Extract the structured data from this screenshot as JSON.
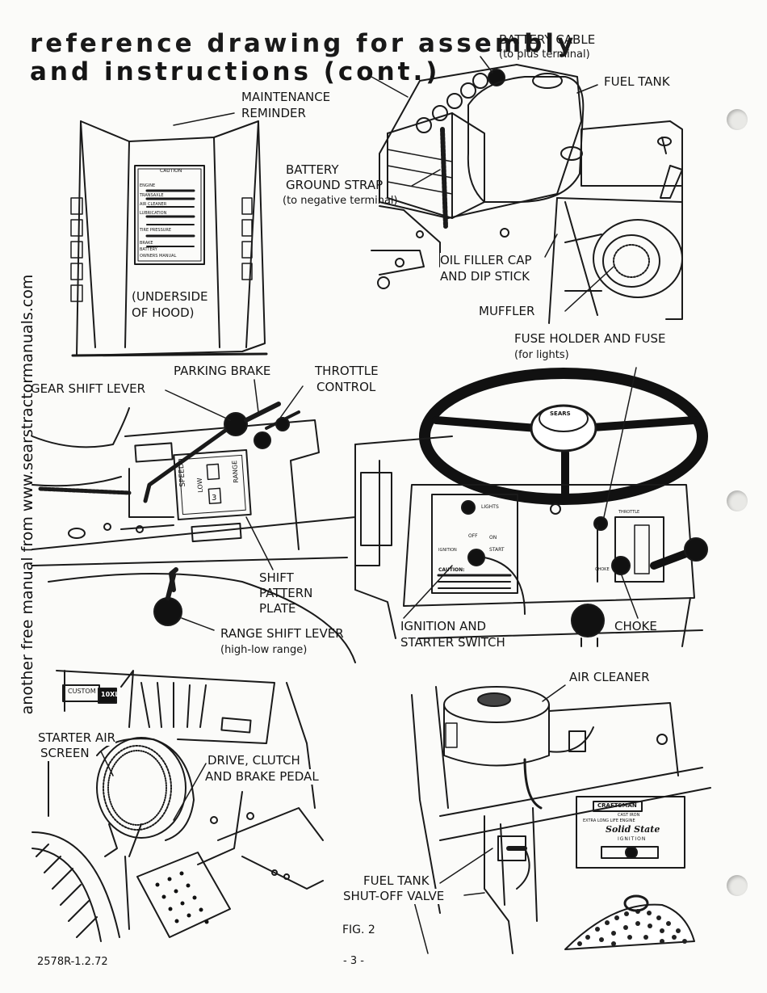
{
  "title": {
    "line1": "reference drawing for assembly",
    "line2": "and instructions (cont.)"
  },
  "side_text": "another free manual from www.searstractormanuals.com",
  "labels": {
    "battery_cable": "BATTERY CABLE",
    "battery_cable_note": "(to plus terminal)",
    "fuel_tank": "FUEL TANK",
    "maintenance_1": "MAINTENANCE",
    "maintenance_2": "REMINDER",
    "ground_1": "BATTERY",
    "ground_2": "GROUND STRAP",
    "ground_note": "(to negative terminal)",
    "oil_1": "OIL FILLER CAP",
    "oil_2": "AND DIP STICK",
    "muffler": "MUFFLER",
    "underside_1": "(UNDERSIDE",
    "underside_2": "OF HOOD)",
    "fuse": "FUSE HOLDER AND FUSE",
    "fuse_note": "(for lights)",
    "parking_brake": "PARKING BRAKE",
    "throttle_1": "THROTTLE",
    "throttle_2": "CONTROL",
    "gear_shift": "GEAR SHIFT LEVER",
    "shift_1": "SHIFT",
    "shift_2": "PATTERN",
    "shift_3": "PLATE",
    "range": "RANGE SHIFT LEVER",
    "range_note": "(high-low range)",
    "ignition_1": "IGNITION AND",
    "ignition_2": "STARTER SWITCH",
    "choke": "CHOKE",
    "air_cleaner": "AIR CLEANER",
    "starter_1": "STARTER AIR",
    "starter_2": "SCREEN",
    "drive_1": "DRIVE, CLUTCH",
    "drive_2": "AND BRAKE PEDAL",
    "fuel_valve_1": "FUEL TANK",
    "fuel_valve_2": "SHUT-OFF VALVE"
  },
  "decal": {
    "caution": "CAUTION",
    "rows": [
      "ENGINE",
      "TRANSAXLE",
      "AIR CLEANER",
      "LUBRICATION",
      "TIRE PRESSURE",
      "BRAKE",
      "BATTERY",
      "OWNERS MANUAL"
    ]
  },
  "dash": {
    "lights": "LIGHTS",
    "off": "OFF",
    "on": "ON",
    "ignition": "IGNITION",
    "start": "START",
    "caution": "CAUTION:",
    "throttle": "THROTTLE",
    "choke": "CHOKE",
    "horn": "SEARS"
  },
  "shift_plate": {
    "speed": "SPEED",
    "low": "LOW",
    "range": "RANGE",
    "num": "3"
  },
  "badge": {
    "custom": "CUSTOM",
    "model": "10XL"
  },
  "engine_plate": {
    "brand": "CRAFTSMAN",
    "line1": "CAST IRON",
    "line2": "EXTRA LONG LIFE ENGINE",
    "line3": "Solid State",
    "line4": "IGNITION"
  },
  "figure": "FIG. 2",
  "footer_code": "2578R-1.2.72",
  "page_number": "- 3 -"
}
